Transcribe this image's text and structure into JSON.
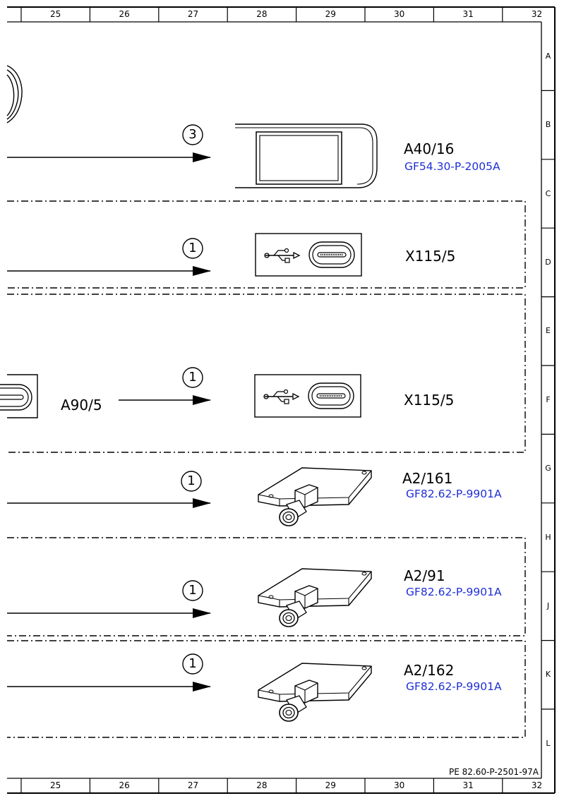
{
  "frame": {
    "columns": [
      "25",
      "26",
      "27",
      "28",
      "29",
      "30",
      "31",
      "32"
    ],
    "rows": [
      "A",
      "B",
      "C",
      "D",
      "E",
      "F",
      "G",
      "H",
      "J",
      "K",
      "L"
    ],
    "drawing_number": "PE 82.60-P-2501-97A"
  },
  "components": [
    {
      "id": "A40/16",
      "ref": "GF54.30-P-2005A",
      "count": "3",
      "symbol": "display-unit"
    },
    {
      "id": "X115/5",
      "ref": "",
      "count": "1",
      "symbol": "usb-c-socket"
    },
    {
      "id": "X115/5",
      "ref": "",
      "count": "1",
      "symbol": "usb-c-socket"
    },
    {
      "id": "A2/161",
      "ref": "GF82.62-P-9901A",
      "count": "1",
      "symbol": "antenna-module"
    },
    {
      "id": "A2/91",
      "ref": "GF82.62-P-9901A",
      "count": "1",
      "symbol": "antenna-module"
    },
    {
      "id": "A2/162",
      "ref": "GF82.62-P-9901A",
      "count": "1",
      "symbol": "antenna-module"
    }
  ],
  "source_component": {
    "id": "A90/5"
  },
  "colors": {
    "link": "#1f2fd6",
    "line": "#000000"
  }
}
